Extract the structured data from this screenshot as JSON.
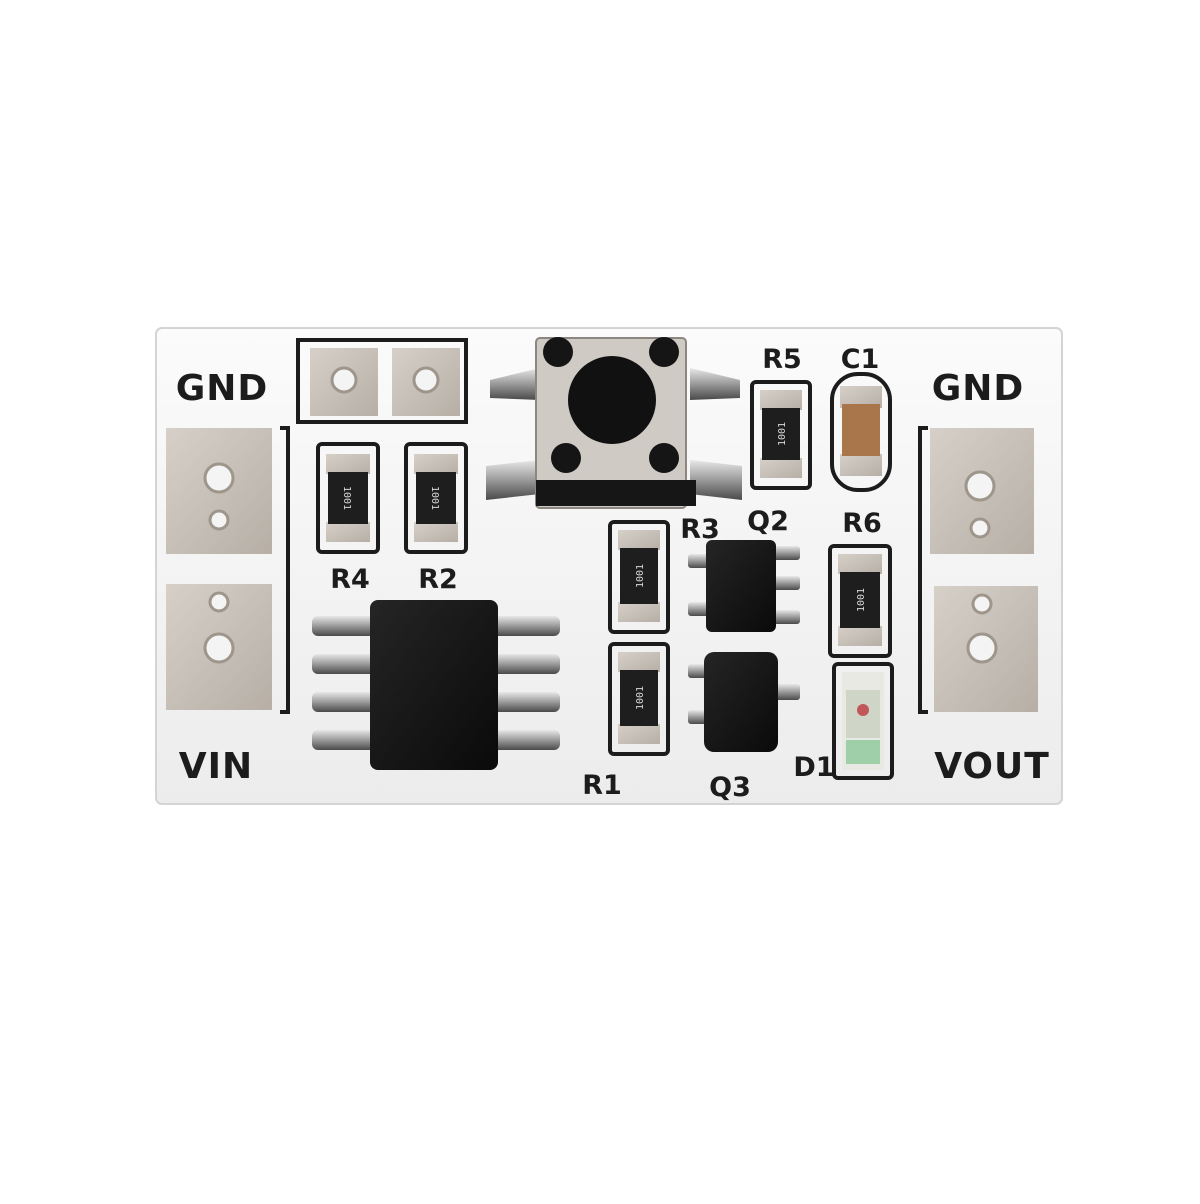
{
  "board": {
    "terminals": {
      "gnd_left": "GND",
      "vin": "VIN",
      "gnd_right": "GND",
      "vout": "VOUT"
    },
    "designators": {
      "r1": "R1",
      "r2": "R2",
      "r3": "R3",
      "r4": "R4",
      "r5": "R5",
      "r6": "R6",
      "c1": "C1",
      "d1": "D1",
      "q2": "Q2",
      "q3": "Q3"
    },
    "resistor_codes": {
      "r4": "1001",
      "r2": "1001",
      "r5": "1001",
      "r3": "1001",
      "r1": "1001",
      "r6": "1001"
    },
    "colors": {
      "pcb": "#f6f6f6",
      "pad": "#c9c1b8",
      "silkscreen": "#1c1c1c",
      "chip": "#151515",
      "capacitor": "#a8764a"
    }
  }
}
